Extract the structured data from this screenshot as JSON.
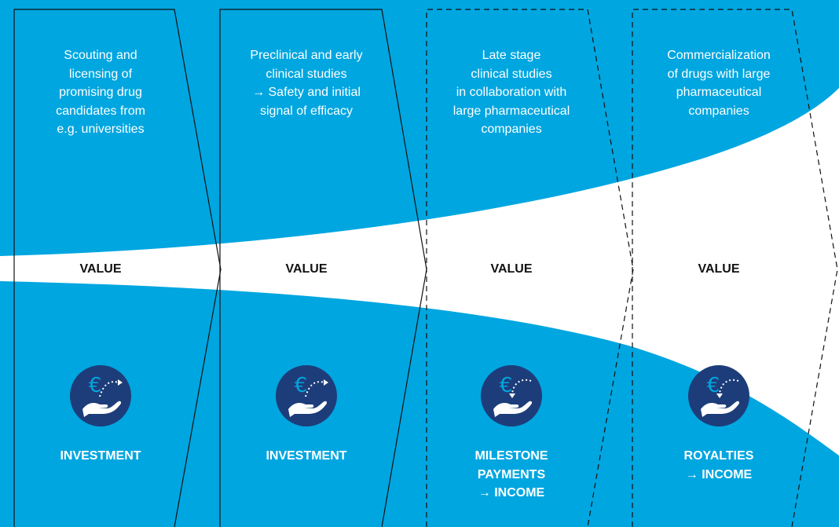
{
  "colors": {
    "background_blue": "#00a6e0",
    "value_band": "#ffffff",
    "icon_circle": "#1d3d7a",
    "text_light": "#ffffff",
    "text_dark": "#111111"
  },
  "stages": [
    {
      "description": [
        "Scouting and",
        "licensing of",
        "promising drug",
        "candidates from",
        "e.g. universities"
      ],
      "value_label": "VALUE",
      "icon": "euro-outgoing-hand-icon",
      "bottom": [
        "INVESTMENT"
      ],
      "border": "solid"
    },
    {
      "description": [
        "Preclinical and early",
        "clinical studies",
        "→ Safety and initial",
        "signal of efficacy"
      ],
      "value_label": "VALUE",
      "icon": "euro-outgoing-hand-icon",
      "bottom": [
        "INVESTMENT"
      ],
      "border": "solid"
    },
    {
      "description": [
        "Late stage",
        "clinical studies",
        "in collaboration with",
        "large pharmaceutical",
        "companies"
      ],
      "value_label": "VALUE",
      "icon": "euro-incoming-hand-icon",
      "bottom": [
        "MILESTONE",
        "PAYMENTS",
        "→ INCOME"
      ],
      "border": "dashed"
    },
    {
      "description": [
        "Commercialization",
        "of drugs with large",
        "pharmaceutical",
        "companies"
      ],
      "value_label": "VALUE",
      "icon": "euro-incoming-hand-icon",
      "bottom": [
        "ROYALTIES",
        "→ INCOME"
      ],
      "border": "dashed"
    }
  ]
}
